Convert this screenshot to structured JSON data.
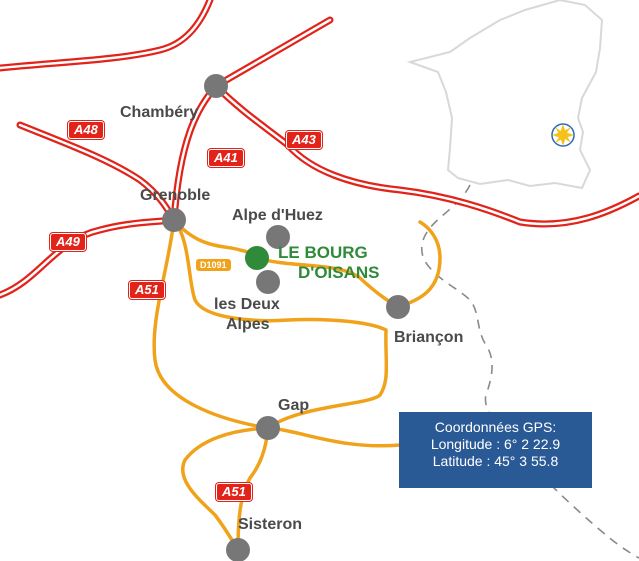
{
  "colors": {
    "motorway": "#e2231a",
    "route": "#f0a21a",
    "city_dot": "#777777",
    "destination_dot": "#2f8a3a",
    "border": "#8a8a8a",
    "gps_box": "#2a5a96"
  },
  "cities": {
    "chambery": "Chambéry",
    "grenoble": "Grenoble",
    "alpe_huez": "Alpe d'Huez",
    "les_deux_alpes_line1": "les Deux",
    "les_deux_alpes_line2": "Alpes",
    "briancon": "Briançon",
    "gap": "Gap",
    "sisteron": "Sisteron"
  },
  "destination": {
    "line1": "LE BOURG",
    "line2": "D'OISANS"
  },
  "roads": {
    "a48": "A48",
    "a41": "A41",
    "a43": "A43",
    "a49": "A49",
    "a51_north": "A51",
    "a51_south": "A51",
    "d1091": "D1091"
  },
  "gps": {
    "title": "Coordonnées GPS:",
    "longitude": "Longitude : 6° 2 22.9",
    "latitude": "Latitude : 45° 3 55.8"
  },
  "inset": {
    "marker_icon": "sun-marker-icon"
  }
}
